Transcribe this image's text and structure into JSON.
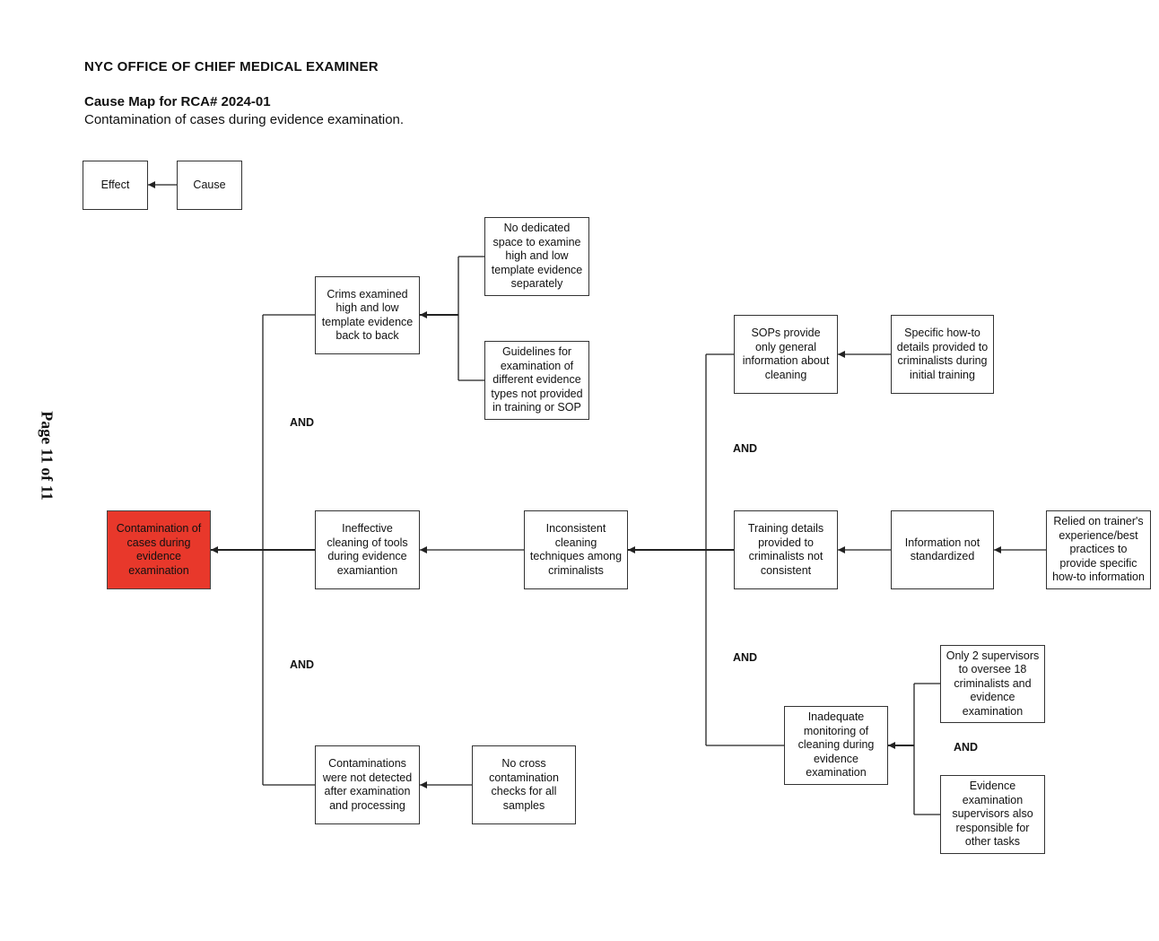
{
  "header": {
    "organization": "NYC OFFICE OF CHIEF MEDICAL EXAMINER",
    "title": "Cause Map for RCA# 2024-01",
    "subtitle": "Contamination of cases during evidence examination."
  },
  "page_label": "Page 11 of 11",
  "legend": {
    "effect": "Effect",
    "cause": "Cause"
  },
  "nodes": {
    "root": "Contamination of\ncases during\nevidence\nexamination",
    "crims_back_to_back": "Crims examined\nhigh and low\ntemplate evidence\nback to back",
    "no_dedicated_space": "No dedicated\nspace to examine\nhigh and low\ntemplate evidence\nseparately",
    "guidelines_not_provided": "Guidelines for\nexamination of\ndifferent evidence\ntypes not provided\nin training or SOP",
    "ineffective_cleaning": "Ineffective\ncleaning of tools\nduring evidence\nexamiantion",
    "inconsistent_cleaning": "Inconsistent\ncleaning\ntechniques among\ncriminalists",
    "contaminations_not_detected": "Contaminations\nwere not detected\nafter examination\nand processing",
    "no_cross_checks": "No cross\ncontamination\nchecks for all\nsamples",
    "sops_general": "SOPs provide\nonly general\ninformation about\ncleaning",
    "specific_howto": "Specific how-to\ndetails provided to\ncriminalists during\ninitial training",
    "training_not_consistent": "Training details\nprovided to\ncriminalists not\nconsistent",
    "info_not_standardized": "Information not\nstandardized",
    "relied_on_trainer": "Relied on trainer's\nexperience/best\npractices to\nprovide specific\nhow-to information",
    "inadequate_monitoring": "Inadequate\nmonitoring of\ncleaning during\nevidence\nexamination",
    "only_2_supervisors": "Only 2 supervisors\nto oversee 18\ncriminalists and\nevidence\nexamination",
    "supervisors_other_tasks": "Evidence\nexamination\nsupervisors also\nresponsible for\nother tasks"
  },
  "and_labels": [
    "AND",
    "AND",
    "AND",
    "AND",
    "AND"
  ],
  "colors": {
    "root_fill": "#e8382b",
    "border": "#333333",
    "line": "#222222"
  }
}
